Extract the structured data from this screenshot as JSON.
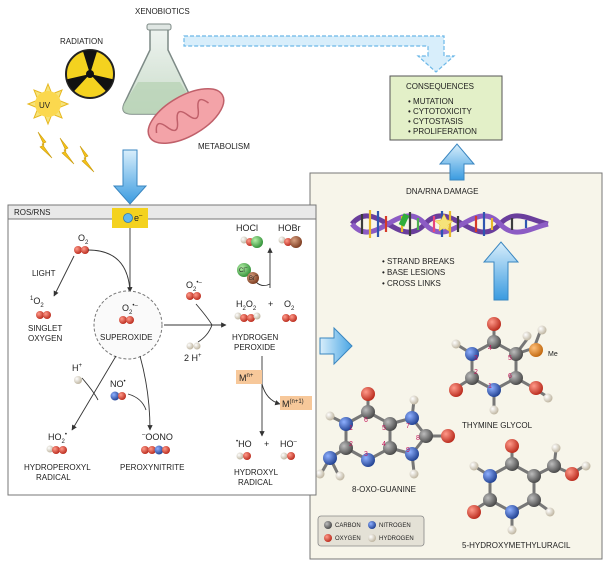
{
  "sources": {
    "xenobiotics": "XENOBIOTICS",
    "radiation": "RADIATION",
    "uv": "UV",
    "metabolism": "METABOLISM"
  },
  "consequences": {
    "title": "CONSEQUENCES",
    "items": [
      "• MUTATION",
      "• CYTOTOXICITY",
      "• CYTOSTASIS",
      "• PROLIFERATION"
    ]
  },
  "ros_panel": {
    "title": "ROS/RNS",
    "electron": "e",
    "electron_sup": "–",
    "o2": "O",
    "o2_sub": "2",
    "light": "LIGHT",
    "singlet_symbol": "O",
    "singlet_sup": "1",
    "singlet_sub": "2",
    "singlet_name": [
      "SINGLET",
      "OXYGEN"
    ],
    "superoxide_symbol": "O",
    "superoxide_sub": "2",
    "superoxide_sup": "•–",
    "superoxide": "SUPEROXIDE",
    "h_plus": "H",
    "h_plus_sup": "+",
    "no": "NO",
    "no_sup": "•",
    "ho2": "HO",
    "ho2_sub": "2",
    "ho2_sup": "•",
    "hydroperoxyl": [
      "HYDROPEROXYL",
      "RADICAL"
    ],
    "oono": "OONO",
    "oono_sup": "–",
    "peroxynitrite": "PEROXYNITRITE",
    "o2_radical": "O",
    "o2_radical_sub": "2",
    "o2_radical_sup": "•–",
    "two_h_plus": "2 H",
    "two_h_plus_sup": "+",
    "hocl": "HOCl",
    "hobr": "HOBr",
    "cl": "Cl",
    "cl_sup": "–",
    "br": "Br",
    "br_sup": "–",
    "h2o2": "H",
    "h2o2_sub": "2",
    "h2o2_o": "O",
    "h2o2_sub2": "2",
    "plus": "+",
    "o2b": "O",
    "o2b_sub": "2",
    "hydrogen_peroxide": [
      "HYDROGEN",
      "PEROXIDE"
    ],
    "metal": "M",
    "metal_sup": "n+",
    "metal_ox": "M",
    "metal_ox_sup": "(n+1)",
    "ho_radical": "HO",
    "ho_radical_pre": "•",
    "ho_minus": "HO",
    "ho_minus_sup": "–",
    "hydroxyl": [
      "HYDROXYL",
      "RADICAL"
    ]
  },
  "damage_panel": {
    "title": "DNA/RNA DAMAGE",
    "items": [
      "• STRAND BREAKS",
      "• BASE LESIONS",
      "• CROSS LINKS"
    ],
    "thymine_glycol": "THYMINE GLYCOL",
    "me": "Me",
    "oxo_guanine": "8-OXO-GUANINE",
    "hmu": "5-HYDROXYMETHYLURACIL",
    "legend": {
      "carbon": "CARBON",
      "nitrogen": "NITROGEN",
      "oxygen": "OXYGEN",
      "hydrogen": "HYDROGEN"
    }
  },
  "colors": {
    "panel_bg": "#f7f5ea",
    "consequences_bg": "#e3f0c8",
    "arrow_blue": "#6cb8e8",
    "oxygen": "#d63a2a",
    "nitrogen": "#2f56b0",
    "carbon": "#6b6b6b",
    "hydrogen": "#e5dfcf",
    "electron_box": "#f4d21f",
    "metal_box": "#f7c89a",
    "hocl_green": "#4caf50",
    "hobr_red": "#d63a2a"
  }
}
